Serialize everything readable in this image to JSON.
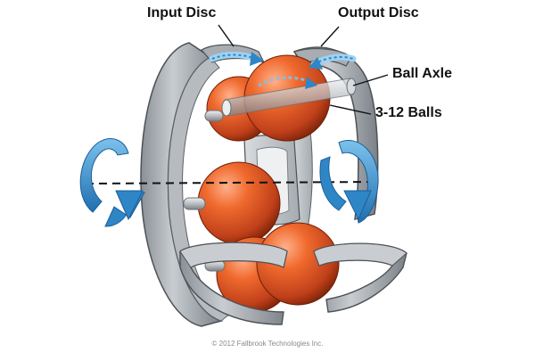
{
  "labels": {
    "input_disc": "Input Disc",
    "output_disc": "Output Disc",
    "ball_axle": "Ball Axle",
    "balls": "3-12 Balls"
  },
  "copyright": "© 2012 Fallbrook Technologies Inc.",
  "colors": {
    "disc_light": "#c4c8cc",
    "disc_mid": "#9aa0a6",
    "disc_dark": "#5b6167",
    "ball_light": "#ff8a5a",
    "ball_mid": "#e2531e",
    "ball_dark": "#8c2a0c",
    "arrow_blue": "#2f86c6",
    "arrow_light": "#9fd2f2"
  },
  "icons": [
    "rotation-arrow-left-icon",
    "rotation-arrow-right-icon",
    "flow-arrow-icon"
  ]
}
